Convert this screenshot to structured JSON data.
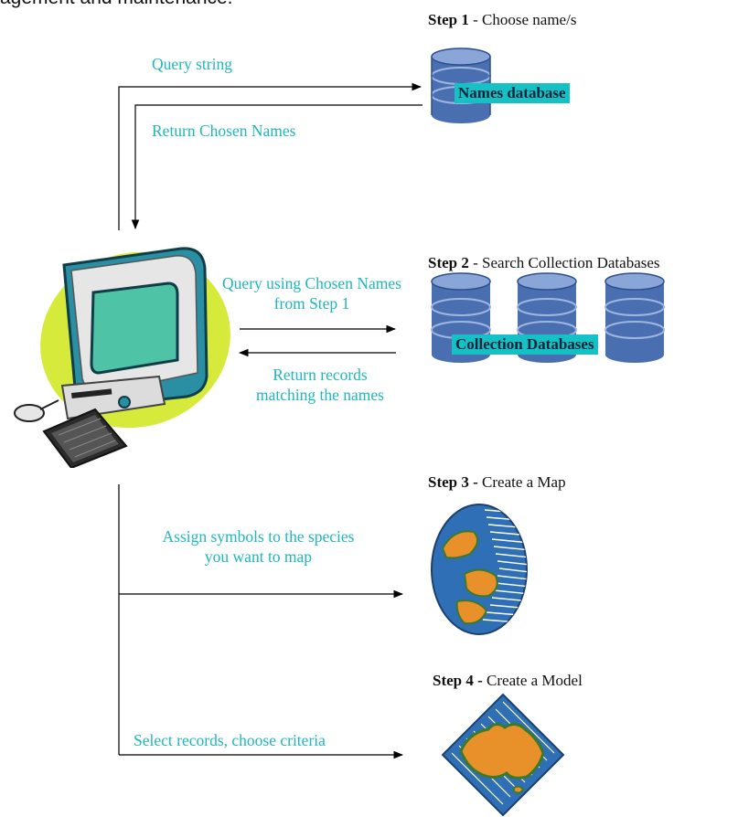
{
  "cut_off_text": "agement and maintenance.",
  "steps": {
    "step1": {
      "bold": "Step 1",
      "rest": " - Choose name/s"
    },
    "step2": {
      "bold": "Step 2",
      "rest": " - Search Collection Databases"
    },
    "step3": {
      "bold": "Step 3 -",
      "rest": " Create a Map"
    },
    "step4": {
      "bold": "Step 4 -",
      "rest": " Create a Model"
    }
  },
  "arrows": {
    "query_string": "Query string",
    "return_chosen_names": "Return Chosen Names",
    "query_chosen_line1": "Query using Chosen Names",
    "query_chosen_line2": "from Step 1",
    "return_records_line1": "Return records",
    "return_records_line2": "matching the names",
    "assign_line1": "Assign symbols to the species",
    "assign_line2": "you want to map",
    "select_records": "Select records, choose criteria"
  },
  "databases": {
    "names_label": "Names database",
    "collection_label": "Collection Databases"
  },
  "colors": {
    "cyan_text": "#1fb7bd",
    "label_fill": "#15c1c4",
    "db_blue": "#4a6fb0"
  }
}
